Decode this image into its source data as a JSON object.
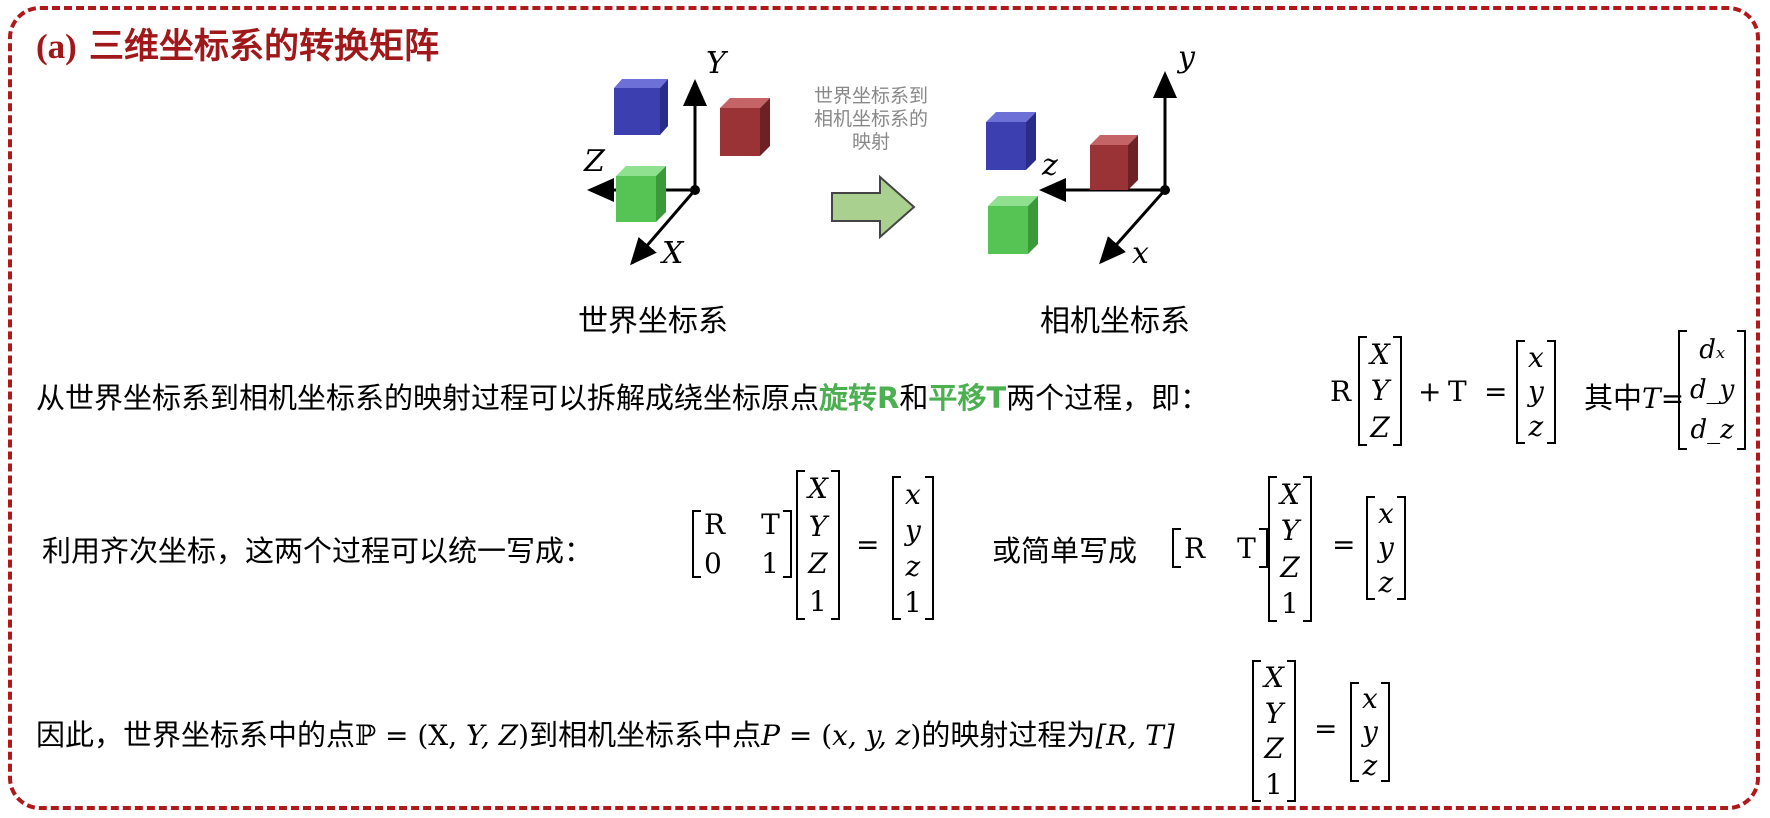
{
  "title": {
    "label": "(a)",
    "text": "三维坐标系的转换矩阵"
  },
  "diagram": {
    "world_axes": {
      "y": "Y",
      "z": "Z",
      "x": "X"
    },
    "camera_axes": {
      "y": "y",
      "z": "z",
      "x": "x"
    },
    "mapping_note": [
      "世界坐标系到",
      "相机坐标系的",
      "映射"
    ],
    "world_caption": "世界坐标系",
    "camera_caption": "相机坐标系",
    "colors": {
      "blue_cube": "#3c3fb0",
      "red_cube": "#9a3336",
      "green_cube": "#55c455",
      "arrow": "#a9d08e",
      "frame": "#b0191a"
    }
  },
  "line1": {
    "prefix": "从世界坐标系到相机坐标系的映射过程可以拆解成绕坐标原点",
    "rotate": "旋转R",
    "and": "和",
    "translate": "平移T",
    "suffix": "两个过程，即：",
    "R": "R",
    "plus": "+",
    "T": "T",
    "eq": "=",
    "vecXYZ": [
      "X",
      "Y",
      "Z"
    ],
    "vecxyz": [
      "x",
      "y",
      "z"
    ],
    "where": "其中",
    "Tvar": "T",
    "eq2": "=",
    "vecd": [
      "dₓ",
      "d_y",
      "d_z"
    ]
  },
  "line2": {
    "prefix": "利用齐次坐标，这两个过程可以统一写成：",
    "mat": [
      "R",
      "T",
      "0",
      "1"
    ],
    "vecXYZ1": [
      "X",
      "Y",
      "Z",
      "1"
    ],
    "eq": "=",
    "vecxyz1": [
      "x",
      "y",
      "z",
      "1"
    ],
    "or": "或简单写成",
    "mat2": [
      "R",
      "T"
    ],
    "vecXYZ1b": [
      "X",
      "Y",
      "Z",
      "1"
    ],
    "eq2": "=",
    "vecxyz": [
      "x",
      "y",
      "z"
    ]
  },
  "line3": {
    "prefix": "因此，世界坐标系中的点",
    "P1": "ℙ = (X, ",
    "P1b": "Y, Z",
    "P1c": ")",
    "mid": "到相机坐标系中点",
    "P2": "P",
    "P2eq": " = (",
    "P2vals": "x, y, z",
    "P2c": ")",
    "suffix": "的映射过程为",
    "RT": "[R, T]",
    "vecXYZ1": [
      "X",
      "Y",
      "Z",
      "1"
    ],
    "eq": "=",
    "vecxyz": [
      "x",
      "y",
      "z"
    ]
  }
}
